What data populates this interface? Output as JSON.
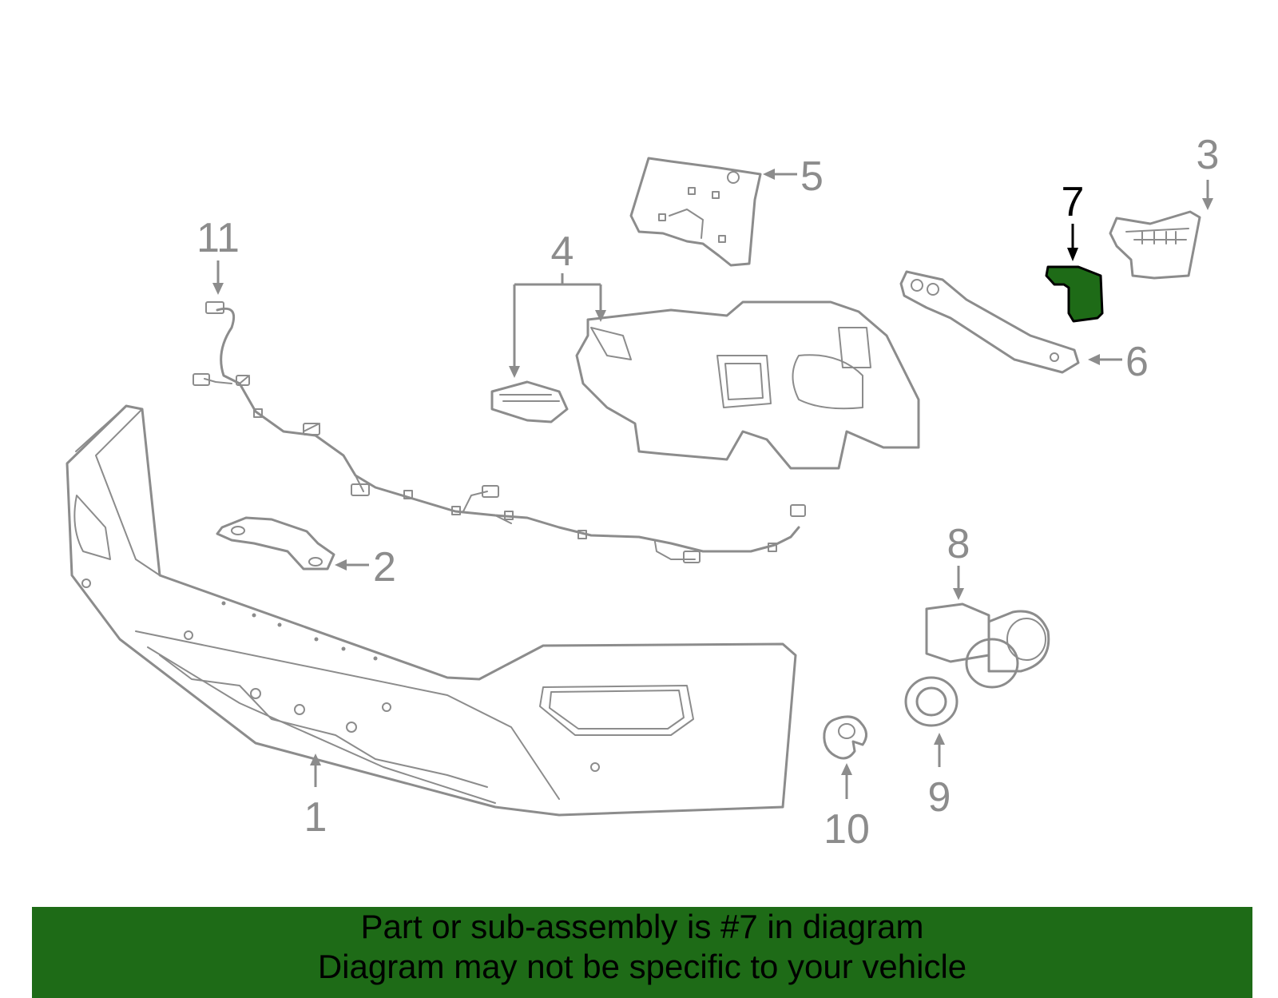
{
  "highlight_color": "#1e6b17",
  "outline_color": "#8c8c8c",
  "callouts": [
    "1",
    "2",
    "3",
    "4",
    "5",
    "6",
    "7",
    "8",
    "9",
    "10",
    "11"
  ],
  "highlighted_callout": "7",
  "banner": {
    "line1": "Part or sub-assembly is #7 in diagram",
    "line2": "Diagram may not be specific to your vehicle"
  }
}
